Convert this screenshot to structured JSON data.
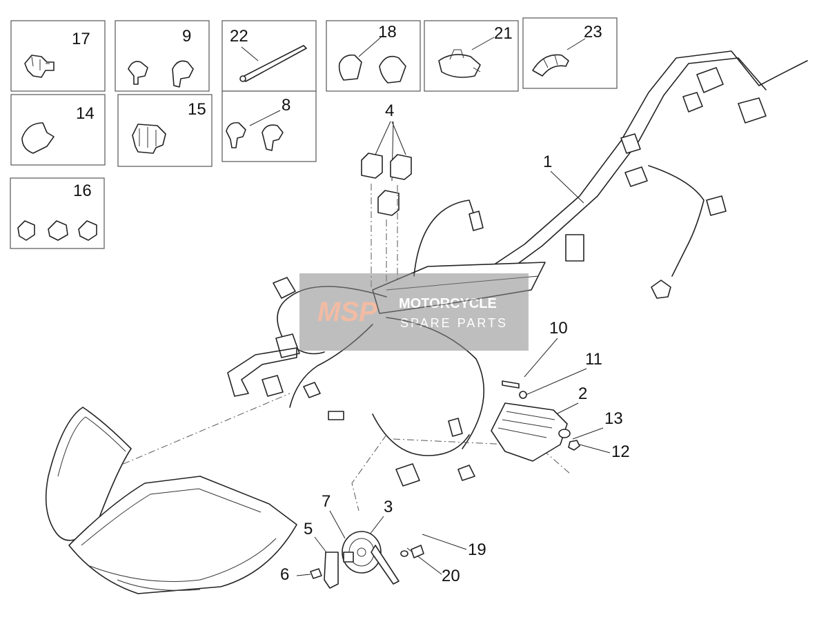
{
  "diagram": {
    "callouts": {
      "c1": "1",
      "c2": "2",
      "c3": "3",
      "c4": "4",
      "c5": "5",
      "c6": "6",
      "c7": "7",
      "c8": "8",
      "c9": "9",
      "c10": "10",
      "c11": "11",
      "c12": "12",
      "c13": "13",
      "c14": "14",
      "c15": "15",
      "c16": "16",
      "c17": "17",
      "c18": "18",
      "c19": "19",
      "c20": "20",
      "c21": "21",
      "c22": "22",
      "c23": "23"
    },
    "watermark": {
      "logo": "MSP",
      "line1": "MOTORCYCLE",
      "line2": "SPARE PARTS"
    },
    "colors": {
      "line": "#222222",
      "watermark_bg": "#8a8a8a",
      "watermark_logo": "#e8845a"
    }
  }
}
